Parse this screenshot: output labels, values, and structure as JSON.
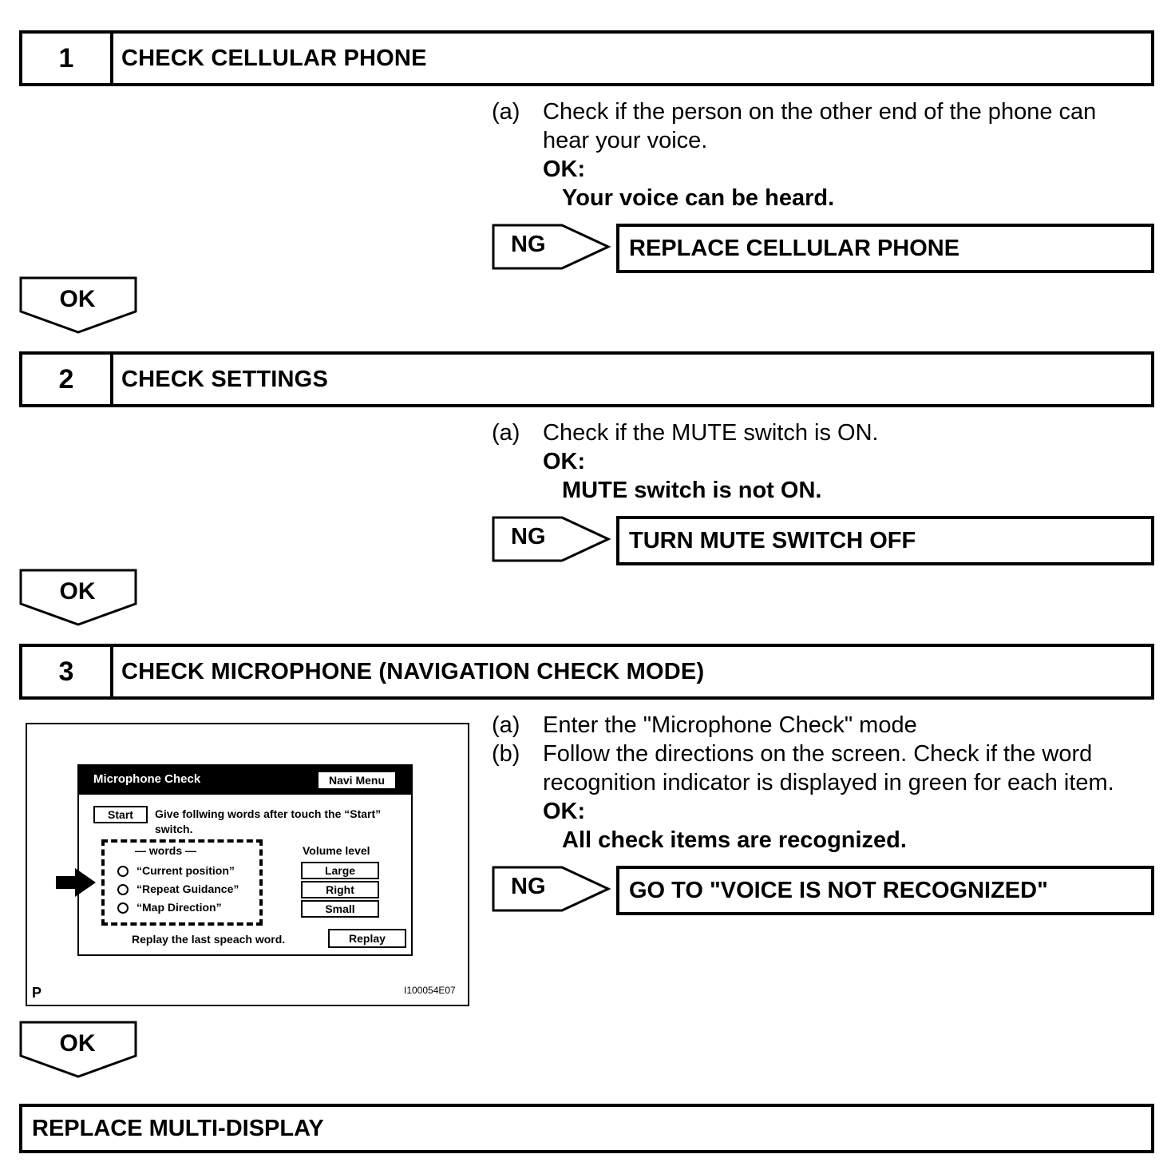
{
  "steps": [
    {
      "number": "1",
      "title": "CHECK CELLULAR PHONE",
      "items": [
        {
          "label": "(a)",
          "text_line1": "Check if the person on the other end of the phone can",
          "text_line2": "hear your voice."
        }
      ],
      "ok_label": "OK:",
      "ok_value": "Your voice can be heard.",
      "ng_label": "NG",
      "ng_action": "REPLACE CELLULAR PHONE"
    },
    {
      "number": "2",
      "title": "CHECK SETTINGS",
      "items": [
        {
          "label": "(a)",
          "text_line1": "Check if the MUTE switch is ON."
        }
      ],
      "ok_label": "OK:",
      "ok_value": "MUTE switch is not ON.",
      "ng_label": "NG",
      "ng_action": "TURN MUTE SWITCH OFF"
    },
    {
      "number": "3",
      "title": "CHECK MICROPHONE (NAVIGATION CHECK MODE)",
      "items": [
        {
          "label": "(a)",
          "text_line1": "Enter the \"Microphone Check\" mode"
        },
        {
          "label": "(b)",
          "text_line1": "Follow the directions on the screen. Check if the word",
          "text_line2": "recognition indicator is displayed in green for each item."
        }
      ],
      "ok_label": "OK:",
      "ok_value": "All check items are recognized.",
      "ng_label": "NG",
      "ng_action": "GO TO \"VOICE IS NOT RECOGNIZED\""
    }
  ],
  "ok_arrow_label": "OK",
  "final_action": "REPLACE MULTI-DISPLAY",
  "illustration": {
    "screen_title": "Microphone Check",
    "navi_menu_button": "Navi Menu",
    "start_button": "Start",
    "instruction_line1": "Give follwing words after touch the “Start”",
    "instruction_line2": "switch.",
    "words_heading": "— words —",
    "words": [
      "“Current position”",
      "“Repeat Guidance”",
      "“Map Direction”"
    ],
    "volume_heading": "Volume level",
    "volume_buttons": [
      "Large",
      "Right",
      "Small"
    ],
    "replay_text": "Replay the last speach word.",
    "replay_button": "Replay",
    "corner_letter": "P",
    "figure_code": "I100054E07"
  }
}
